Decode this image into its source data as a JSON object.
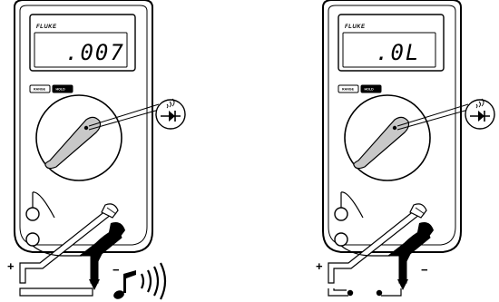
{
  "meters": [
    {
      "id": "left",
      "brand": "FLUKE",
      "display": ".007",
      "buttons": [
        "RANGE",
        "HOLD"
      ],
      "polarity_plus": "+",
      "polarity_minus": "−",
      "selector_icon": "diode-icon",
      "test_target": "continuity",
      "beeper_icon": "beeper-icon"
    },
    {
      "id": "right",
      "brand": "FLUKE",
      "display": ".0L",
      "buttons": [
        "RANGE",
        "HOLD"
      ],
      "polarity_plus": "+",
      "polarity_minus": "−",
      "selector_icon": "diode-icon",
      "test_target": "open-circuit"
    }
  ],
  "colors": {
    "body": "#ffffff",
    "outline": "#000000",
    "selector_pointer": "#c8c8c8",
    "lcd_bg": "#ffffff",
    "red_probe": "#ffffff",
    "black_probe": "#000000"
  }
}
